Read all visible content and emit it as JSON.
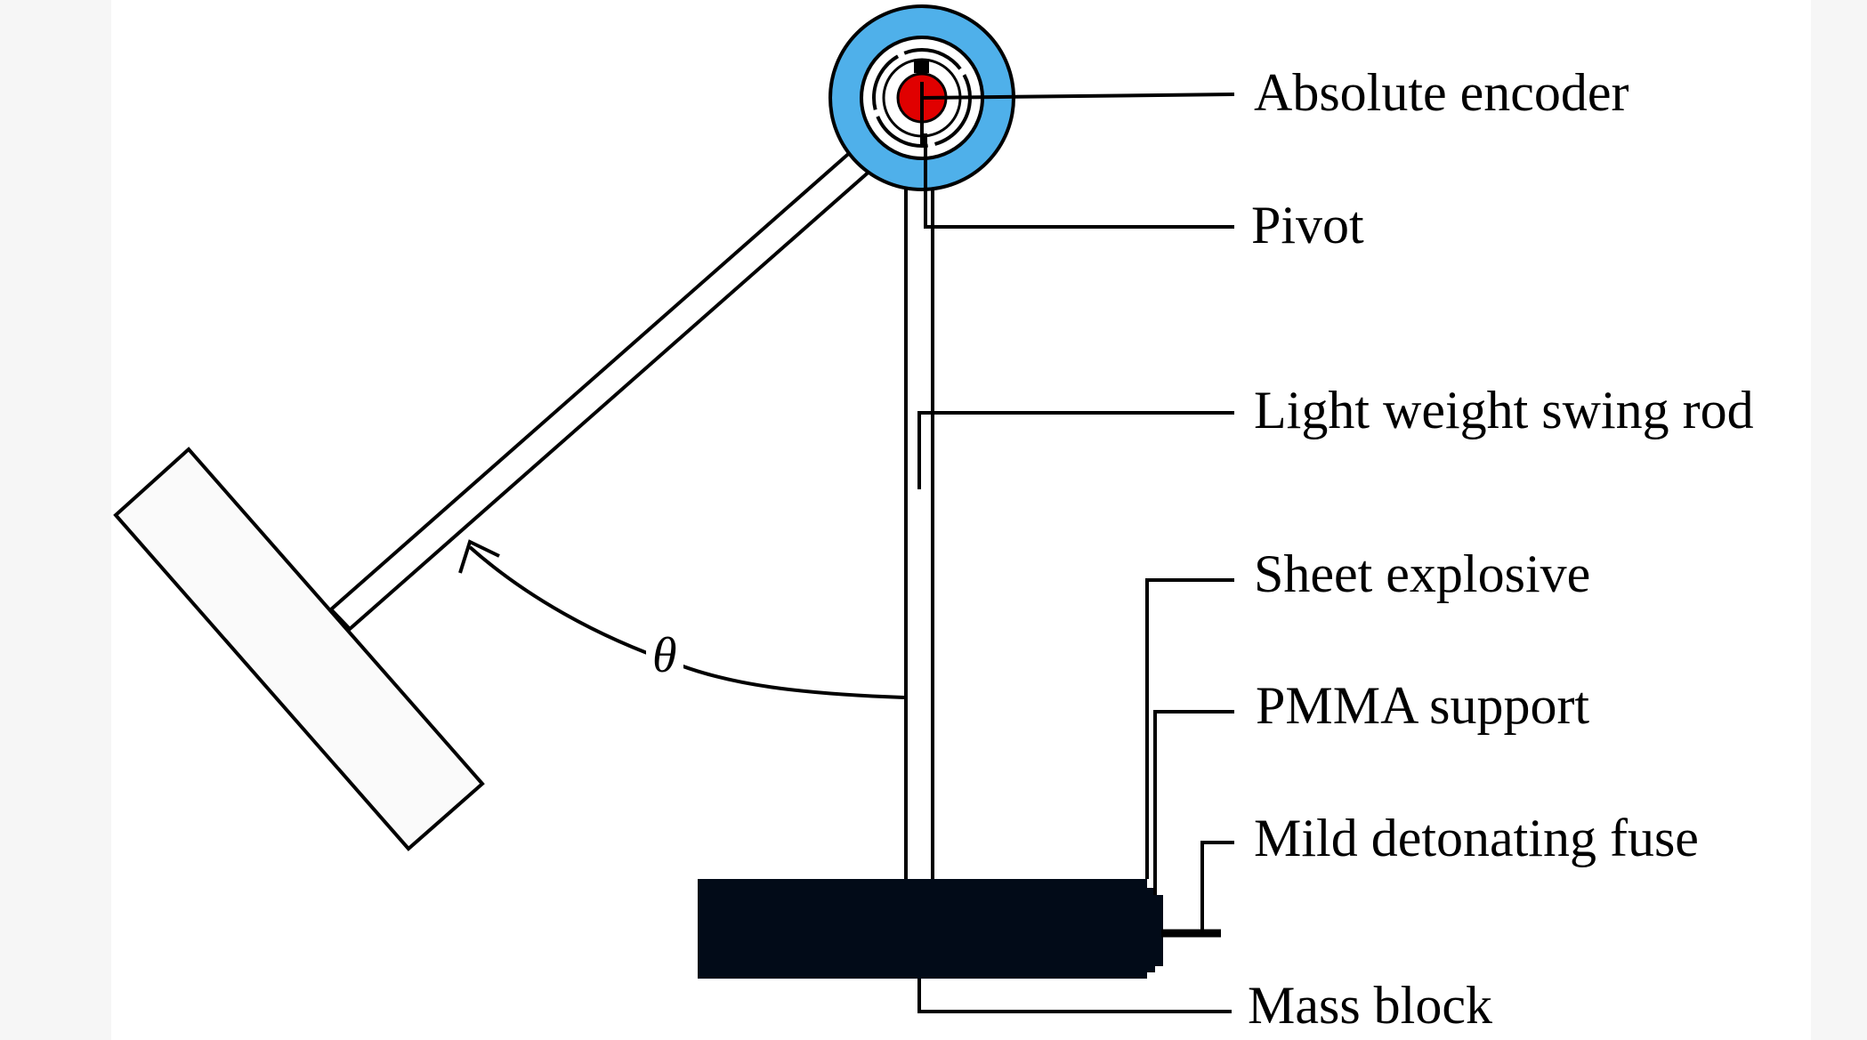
{
  "labels": {
    "absolute_encoder": "Absolute encoder",
    "pivot": "Pivot",
    "swing_rod": "Light weight swing rod",
    "sheet_explosive": "Sheet explosive",
    "pmma_support": "PMMA support",
    "detonating_fuse": "Mild detonating fuse",
    "mass_block": "Mass block",
    "angle_symbol": "θ"
  },
  "colors": {
    "encoder_ring": "#4fb0ea",
    "encoder_center": "#e00000",
    "mass_block": "#020b18",
    "outline": "#000000"
  }
}
